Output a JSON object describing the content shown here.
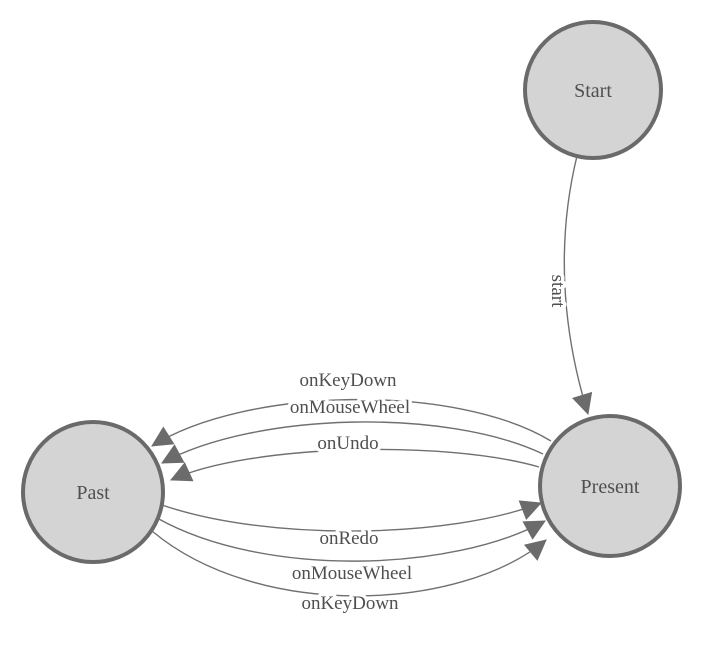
{
  "diagram": {
    "type": "state-machine",
    "colors": {
      "background": "#ffffff",
      "node_fill": "#d4d4d4",
      "node_stroke": "#6a6a6a",
      "edge_stroke": "#707070",
      "arrow_fill": "#6b6b6b",
      "text": "#4f4f4f"
    },
    "nodes": [
      {
        "id": "start",
        "label": "Start"
      },
      {
        "id": "present",
        "label": "Present"
      },
      {
        "id": "past",
        "label": "Past"
      }
    ],
    "edges": [
      {
        "from": "start",
        "to": "present",
        "label": "start"
      },
      {
        "from": "present",
        "to": "past",
        "label": "onKeyDown"
      },
      {
        "from": "present",
        "to": "past",
        "label": "onMouseWheel"
      },
      {
        "from": "present",
        "to": "past",
        "label": "onUndo"
      },
      {
        "from": "past",
        "to": "present",
        "label": "onRedo"
      },
      {
        "from": "past",
        "to": "present",
        "label": "onMouseWheel"
      },
      {
        "from": "past",
        "to": "present",
        "label": "onKeyDown"
      }
    ]
  }
}
